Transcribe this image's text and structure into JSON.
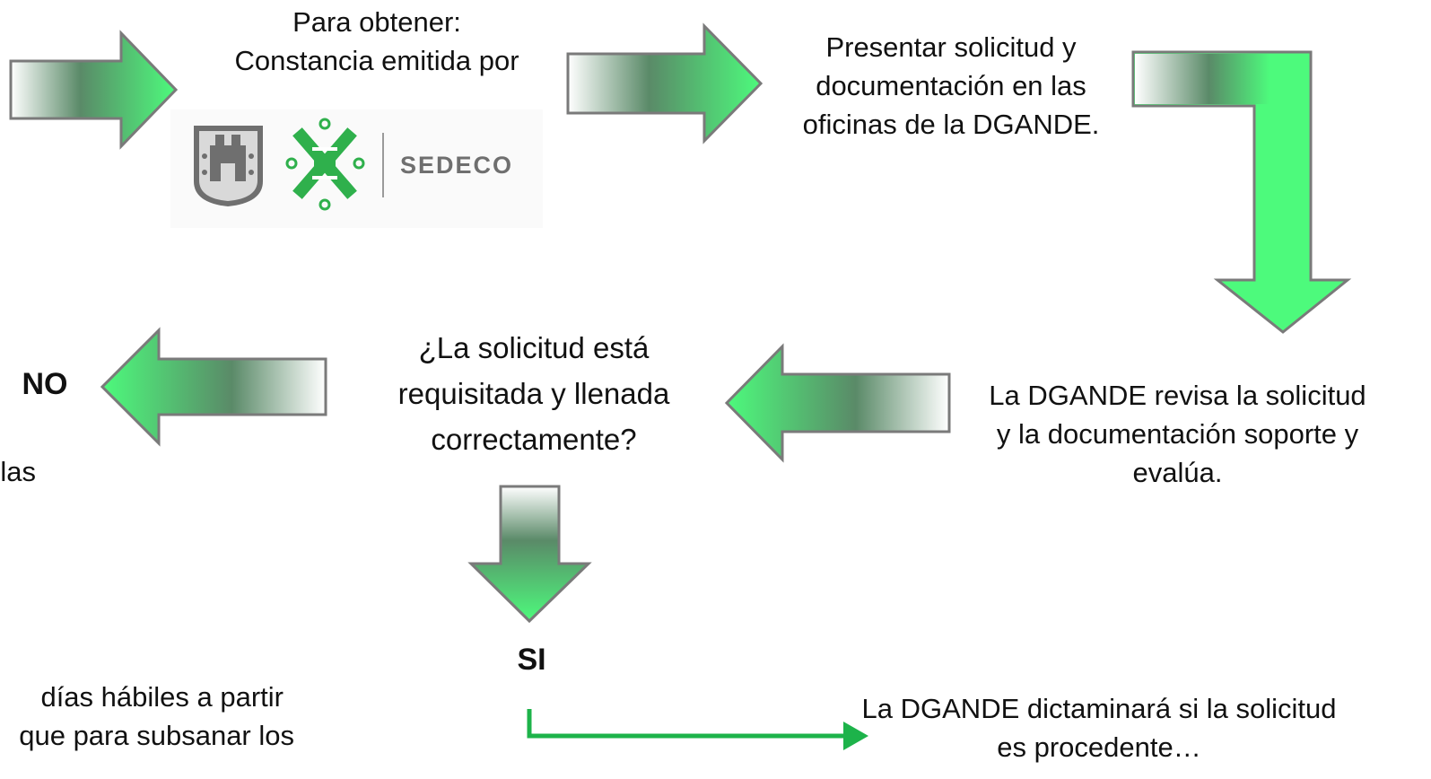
{
  "steps": {
    "obtain_line1": "Para obtener:",
    "obtain_line2": "Constancia emitida por",
    "present_line1": "Presentar solicitud y",
    "present_line2": "documentación en las",
    "present_line3": "oficinas de la DGANDE.",
    "review_line1": "La DGANDE revisa la solicitud",
    "review_line2": "y la documentación soporte y",
    "review_line3": "evalúa.",
    "question_line1": "¿La solicitud está",
    "question_line2": "requisitada y llenada",
    "question_line3": "correctamente?",
    "no_label": "NO",
    "no_partial": "las",
    "si_label": "SI",
    "left_partial_line1": "días hábiles a partir",
    "left_partial_line2": "que para subsanar los",
    "dictamen_line1": "La DGANDE dictaminará si la solicitud",
    "dictamen_line2": "es procedente…"
  },
  "logo": {
    "text": "SEDECO",
    "shield_icon": "cdmx-shield-icon",
    "emblem_icon": "sedeco-emblem-icon"
  },
  "colors": {
    "arrow_green": "#4dfa7c",
    "arrow_dark": "#5a8a68",
    "arrow_light": "#ffffff",
    "arrow_stroke": "#7a7a7a",
    "connector_green": "#1db34a",
    "logo_gray": "#6f6f6f",
    "logo_green": "#2fb04c"
  }
}
